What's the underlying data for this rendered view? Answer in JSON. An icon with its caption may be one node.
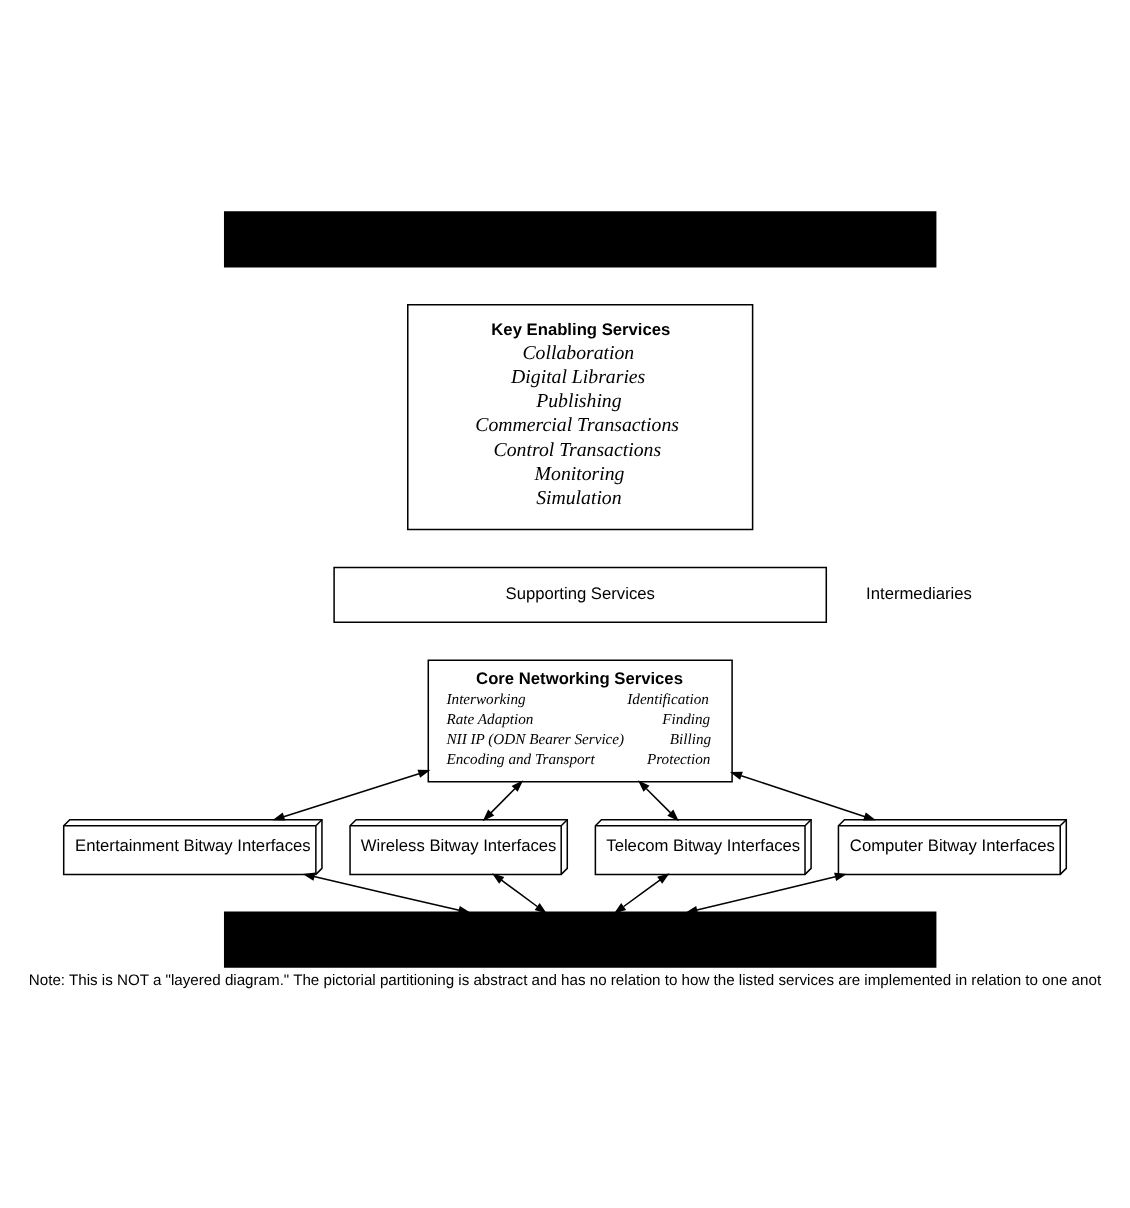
{
  "diagram": {
    "caption": "Note: This is NOT a \"layered diagram.\" The pictorial partitioning is abstract and has no relation to how the listed services are implemented in relation to one anot",
    "nodes": [
      {
        "text": [],
        "shape": "bar"
      },
      {
        "text": [
          "Key Enabling Services",
          "Collaboration",
          "Digital Libraries",
          "Publishing",
          "Commercial Transactions",
          "Control Transactions",
          "Monitoring",
          "Simulation"
        ]
      },
      {
        "text": [
          "Supporting Services"
        ]
      },
      {
        "text": [
          "Core Networking Services",
          "Interworking",
          "Identification",
          "Rate Adaption",
          "Finding",
          "NII IP (ODN Bearer Service)",
          "Billing",
          "Encoding and Transport",
          "Protection"
        ]
      },
      {
        "text": [
          "Entertainment Bitway Interfaces"
        ]
      },
      {
        "text": [
          "Wireless Bitway Interfaces"
        ]
      },
      {
        "text": [
          "Telecom Bitway Interfaces"
        ]
      },
      {
        "text": [
          "Computer Bitway Interfaces"
        ]
      },
      {
        "text": [],
        "shape": "bar"
      }
    ],
    "edges": [
      {
        "from": 3,
        "to": 4,
        "arrow": "both"
      },
      {
        "from": 3,
        "to": 5,
        "arrow": "both"
      },
      {
        "from": 3,
        "to": 6,
        "arrow": "both"
      },
      {
        "from": 3,
        "to": 7,
        "arrow": "both"
      },
      {
        "from": 4,
        "to": 8,
        "arrow": "both"
      },
      {
        "from": 5,
        "to": 8,
        "arrow": "both"
      },
      {
        "from": 6,
        "to": 8,
        "arrow": "both"
      },
      {
        "from": 7,
        "to": 8,
        "arrow": "both"
      }
    ],
    "labels": [
      "Intermediaries"
    ]
  }
}
